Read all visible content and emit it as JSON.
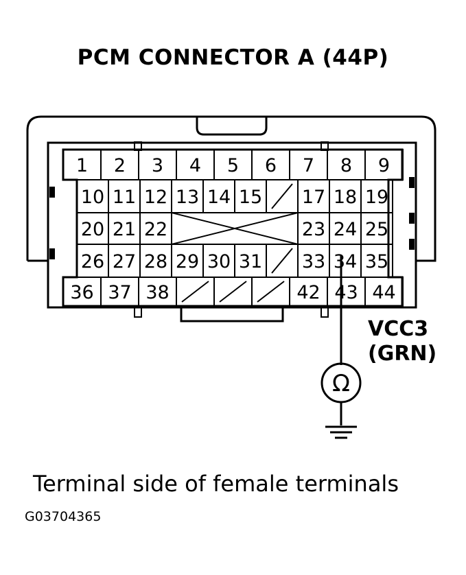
{
  "title": "PCM CONNECTOR A (44P)",
  "caption": "Terminal side of female terminals",
  "figure_id": "G03704365",
  "wire": {
    "signal": "VCC3",
    "color": "(GRN)",
    "probe_terminal": 34,
    "meter_symbol": "Ω"
  },
  "rows": [
    {
      "terminals": [
        1,
        2,
        3,
        4,
        5,
        6,
        7,
        8,
        9
      ]
    },
    {
      "terminals": [
        10,
        11,
        12,
        13,
        14,
        15,
        17,
        18,
        19
      ],
      "empty": [
        16
      ]
    },
    {
      "terminals": [
        20,
        21,
        22,
        23,
        24,
        25
      ],
      "empty": []
    },
    {
      "terminals": [
        26,
        27,
        28,
        29,
        30,
        31,
        33,
        34,
        35
      ],
      "empty": [
        32
      ]
    },
    {
      "terminals": [
        36,
        37,
        38,
        42,
        43,
        44
      ],
      "empty": [
        39,
        40,
        41
      ]
    }
  ]
}
